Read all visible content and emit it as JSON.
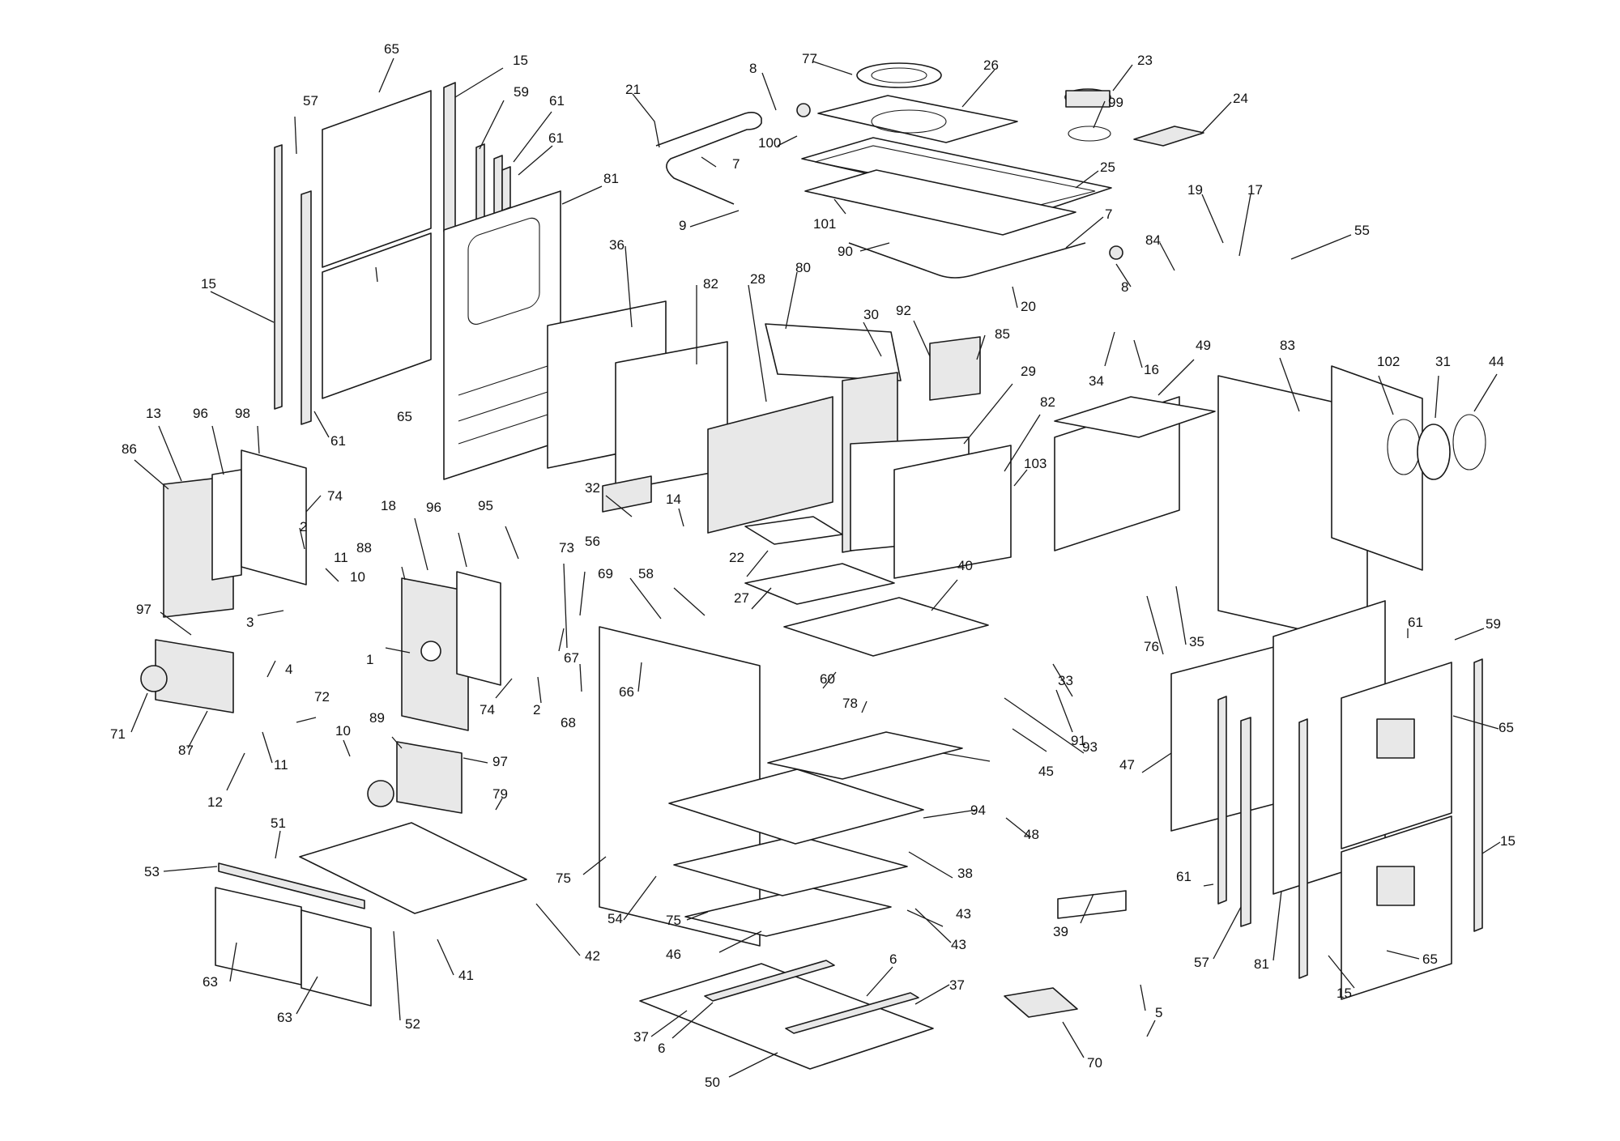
{
  "diagram": {
    "type": "exploded-parts-view",
    "labels": [
      {
        "id": "l65a",
        "text": "65"
      },
      {
        "id": "l15a",
        "text": "15"
      },
      {
        "id": "l57a",
        "text": "57"
      },
      {
        "id": "l59a",
        "text": "59"
      },
      {
        "id": "l61a",
        "text": "61"
      },
      {
        "id": "l61b",
        "text": "61"
      },
      {
        "id": "l81a",
        "text": "81"
      },
      {
        "id": "l15b",
        "text": "15"
      },
      {
        "id": "l65b",
        "text": "65"
      },
      {
        "id": "l61c",
        "text": "61"
      },
      {
        "id": "l21",
        "text": "21"
      },
      {
        "id": "l8a",
        "text": "8"
      },
      {
        "id": "l77",
        "text": "77"
      },
      {
        "id": "l26",
        "text": "26"
      },
      {
        "id": "l23",
        "text": "23"
      },
      {
        "id": "l99",
        "text": "99"
      },
      {
        "id": "l24",
        "text": "24"
      },
      {
        "id": "l100",
        "text": "100"
      },
      {
        "id": "l7a",
        "text": "7"
      },
      {
        "id": "l25",
        "text": "25"
      },
      {
        "id": "l9",
        "text": "9"
      },
      {
        "id": "l101",
        "text": "101"
      },
      {
        "id": "l7b",
        "text": "7"
      },
      {
        "id": "l19",
        "text": "19"
      },
      {
        "id": "l17",
        "text": "17"
      },
      {
        "id": "l55",
        "text": "55"
      },
      {
        "id": "l84",
        "text": "84"
      },
      {
        "id": "l8b",
        "text": "8"
      },
      {
        "id": "l90",
        "text": "90"
      },
      {
        "id": "l20",
        "text": "20"
      },
      {
        "id": "l36",
        "text": "36"
      },
      {
        "id": "l82a",
        "text": "82"
      },
      {
        "id": "l28",
        "text": "28"
      },
      {
        "id": "l80",
        "text": "80"
      },
      {
        "id": "l30",
        "text": "30"
      },
      {
        "id": "l92",
        "text": "92"
      },
      {
        "id": "l85",
        "text": "85"
      },
      {
        "id": "l34",
        "text": "34"
      },
      {
        "id": "l16",
        "text": "16"
      },
      {
        "id": "l49",
        "text": "49"
      },
      {
        "id": "l83",
        "text": "83"
      },
      {
        "id": "l102",
        "text": "102"
      },
      {
        "id": "l31",
        "text": "31"
      },
      {
        "id": "l44",
        "text": "44"
      },
      {
        "id": "l29",
        "text": "29"
      },
      {
        "id": "l82b",
        "text": "82"
      },
      {
        "id": "l13",
        "text": "13"
      },
      {
        "id": "l96a",
        "text": "96"
      },
      {
        "id": "l98",
        "text": "98"
      },
      {
        "id": "l86",
        "text": "86"
      },
      {
        "id": "l74a",
        "text": "74"
      },
      {
        "id": "l2a",
        "text": "2"
      },
      {
        "id": "l11a",
        "text": "11"
      },
      {
        "id": "l3",
        "text": "3"
      },
      {
        "id": "l4",
        "text": "4"
      },
      {
        "id": "l97a",
        "text": "97"
      },
      {
        "id": "l71",
        "text": "71"
      },
      {
        "id": "l87",
        "text": "87"
      },
      {
        "id": "l72",
        "text": "72"
      },
      {
        "id": "l11b",
        "text": "11"
      },
      {
        "id": "l12",
        "text": "12"
      },
      {
        "id": "l10a",
        "text": "10"
      },
      {
        "id": "l18",
        "text": "18"
      },
      {
        "id": "l96b",
        "text": "96"
      },
      {
        "id": "l95",
        "text": "95"
      },
      {
        "id": "l88",
        "text": "88"
      },
      {
        "id": "l1",
        "text": "1"
      },
      {
        "id": "l74b",
        "text": "74"
      },
      {
        "id": "l2b",
        "text": "2"
      },
      {
        "id": "l10b",
        "text": "10"
      },
      {
        "id": "l89",
        "text": "89"
      },
      {
        "id": "l97b",
        "text": "97"
      },
      {
        "id": "l32",
        "text": "32"
      },
      {
        "id": "l14",
        "text": "14"
      },
      {
        "id": "l22",
        "text": "22"
      },
      {
        "id": "l73",
        "text": "73"
      },
      {
        "id": "l56",
        "text": "56"
      },
      {
        "id": "l69",
        "text": "69"
      },
      {
        "id": "l58",
        "text": "58"
      },
      {
        "id": "l27",
        "text": "27"
      },
      {
        "id": "l40",
        "text": "40"
      },
      {
        "id": "l103",
        "text": "103"
      },
      {
        "id": "l66",
        "text": "66"
      },
      {
        "id": "l67",
        "text": "67"
      },
      {
        "id": "l68",
        "text": "68"
      },
      {
        "id": "l60",
        "text": "60"
      },
      {
        "id": "l78",
        "text": "78"
      },
      {
        "id": "l33",
        "text": "33"
      },
      {
        "id": "l76",
        "text": "76"
      },
      {
        "id": "l35",
        "text": "35"
      },
      {
        "id": "l91",
        "text": "91"
      },
      {
        "id": "l93",
        "text": "93"
      },
      {
        "id": "l45",
        "text": "45"
      },
      {
        "id": "l79",
        "text": "79"
      },
      {
        "id": "l94",
        "text": "94"
      },
      {
        "id": "l48",
        "text": "48"
      },
      {
        "id": "l38",
        "text": "38"
      },
      {
        "id": "l47",
        "text": "47"
      },
      {
        "id": "l61d",
        "text": "61"
      },
      {
        "id": "l59b",
        "text": "59"
      },
      {
        "id": "l65c",
        "text": "65"
      },
      {
        "id": "l15c",
        "text": "15"
      },
      {
        "id": "l51",
        "text": "51"
      },
      {
        "id": "l53",
        "text": "53"
      },
      {
        "id": "l75a",
        "text": "75"
      },
      {
        "id": "l54",
        "text": "54"
      },
      {
        "id": "l75b",
        "text": "75"
      },
      {
        "id": "l46",
        "text": "46"
      },
      {
        "id": "l43a",
        "text": "43"
      },
      {
        "id": "l43b",
        "text": "43"
      },
      {
        "id": "l42",
        "text": "42"
      },
      {
        "id": "l41",
        "text": "41"
      },
      {
        "id": "l63a",
        "text": "63"
      },
      {
        "id": "l63b",
        "text": "63"
      },
      {
        "id": "l52",
        "text": "52"
      },
      {
        "id": "l39",
        "text": "39"
      },
      {
        "id": "l61e",
        "text": "61"
      },
      {
        "id": "l57b",
        "text": "57"
      },
      {
        "id": "l81b",
        "text": "81"
      },
      {
        "id": "l15d",
        "text": "15"
      },
      {
        "id": "l65d",
        "text": "65"
      },
      {
        "id": "l6a",
        "text": "6"
      },
      {
        "id": "l37a",
        "text": "37"
      },
      {
        "id": "l37b",
        "text": "37"
      },
      {
        "id": "l6b",
        "text": "6"
      },
      {
        "id": "l70",
        "text": "70"
      },
      {
        "id": "l5",
        "text": "5"
      },
      {
        "id": "l50",
        "text": "50"
      }
    ]
  }
}
